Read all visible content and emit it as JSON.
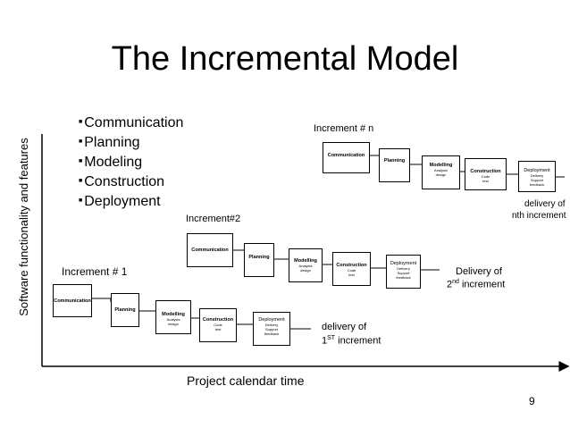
{
  "title": "The Incremental Model",
  "bullets": [
    "Communication",
    "Planning",
    "Modeling",
    "Construction",
    "Deployment"
  ],
  "axes": {
    "y_label": "Software functionality and features",
    "x_label": "Project calendar time"
  },
  "increments": [
    {
      "label": "Increment # 1",
      "delivery_line1": "delivery of",
      "delivery_line2_main": "1",
      "delivery_line2_sup": "ST",
      "delivery_line2_rest": " increment",
      "steps": {
        "communication": "Communication",
        "planning": "Planning",
        "modelling": "Modelling",
        "modelling_sub1": "Analysis",
        "modelling_sub2": "design",
        "construction": "Construction",
        "construction_sub1": "Code",
        "construction_sub2": "test",
        "deployment": "Deployment",
        "deployment_sub1": "Delivery",
        "deployment_sub2": "Support",
        "deployment_sub3": "feedback"
      }
    },
    {
      "label": "Increment#2",
      "delivery_line1": "Delivery of",
      "delivery_line2_main": "2",
      "delivery_line2_sup": "nd",
      "delivery_line2_rest": " increment",
      "steps": {
        "communication": "Communication",
        "planning": "Planning",
        "modelling": "Modelling",
        "modelling_sub1": "Analysis",
        "modelling_sub2": "design",
        "construction": "Construction",
        "construction_sub1": "Code",
        "construction_sub2": "test",
        "deployment": "Deployment",
        "deployment_sub1": "Delivery",
        "deployment_sub2": "Support",
        "deployment_sub3": "feedback"
      }
    },
    {
      "label": "Increment # n",
      "delivery_line1": "delivery of",
      "delivery_line2_main": "nth increment",
      "steps": {
        "communication": "Communication",
        "planning": "Planning",
        "modelling": "Modelling",
        "modelling_sub1": "Analysis",
        "modelling_sub2": "design",
        "construction": "Construction",
        "construction_sub1": "Code",
        "construction_sub2": "test",
        "deployment": "Deployment",
        "deployment_sub1": "Delivery",
        "deployment_sub2": "Support",
        "deployment_sub3": "feedback"
      }
    }
  ],
  "page_number": "9"
}
